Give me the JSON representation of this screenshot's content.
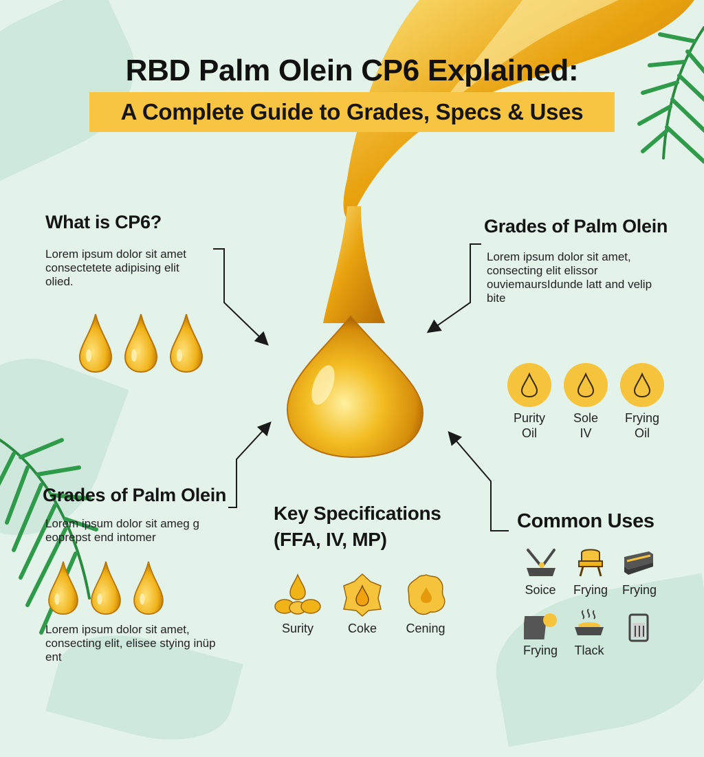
{
  "title": {
    "main": "RBD Palm Olein CP6 Explained:",
    "sub": "A Complete Guide to Grades, Specs & Uses"
  },
  "what_is": {
    "heading": "What is CP6?",
    "text": "Lorem ipsum dolor sit amet consectetete adipising elit olied."
  },
  "grades_right": {
    "heading": "Grades of Palm Olein",
    "text": "Lorem ipsum dolor sit amet, consecting elit elissor ouviemaursIdunde latt and velip bite",
    "items": [
      {
        "line1": "Purity",
        "line2": "Oil",
        "icon": "oil-drop-icon"
      },
      {
        "line1": "Sole",
        "line2": "IV",
        "icon": "oil-drop-icon"
      },
      {
        "line1": "Frying",
        "line2": "Oil",
        "icon": "oil-drop-icon"
      }
    ]
  },
  "grades_left": {
    "heading": "Grades of Palm Olein",
    "text": "Lorem ipsum dolor sit ameg g eoprepst end intomer",
    "bottom_text": "Lorem ipsum dolor sit amet, consecting elit, elisee stying inüp ent"
  },
  "key_specs": {
    "heading_line1": "Key Specifications",
    "heading_line2": "(FFA, IV, MP)",
    "items": [
      {
        "label": "Surity",
        "icon": "drop-cluster-icon"
      },
      {
        "label": "Coke",
        "icon": "drop-badge-icon"
      },
      {
        "label": "Cening",
        "icon": "drop-blob-icon"
      }
    ]
  },
  "common_uses": {
    "heading": "Common Uses",
    "items": [
      {
        "label": "Soice",
        "icon": "pan-whisk-icon"
      },
      {
        "label": "Frying",
        "icon": "fryer-icon"
      },
      {
        "label": "Frying",
        "icon": "griddle-icon"
      },
      {
        "label": "Frying",
        "icon": "square-drop-icon"
      },
      {
        "label": "Tlack",
        "icon": "steaming-pan-icon"
      },
      {
        "label": "",
        "icon": "oil-bottle-icon"
      }
    ]
  },
  "colors": {
    "accent": "#f7c541",
    "oil_gold": "#f0b418",
    "background": "#e4f3ea",
    "palm_green": "#2f9a4a"
  }
}
